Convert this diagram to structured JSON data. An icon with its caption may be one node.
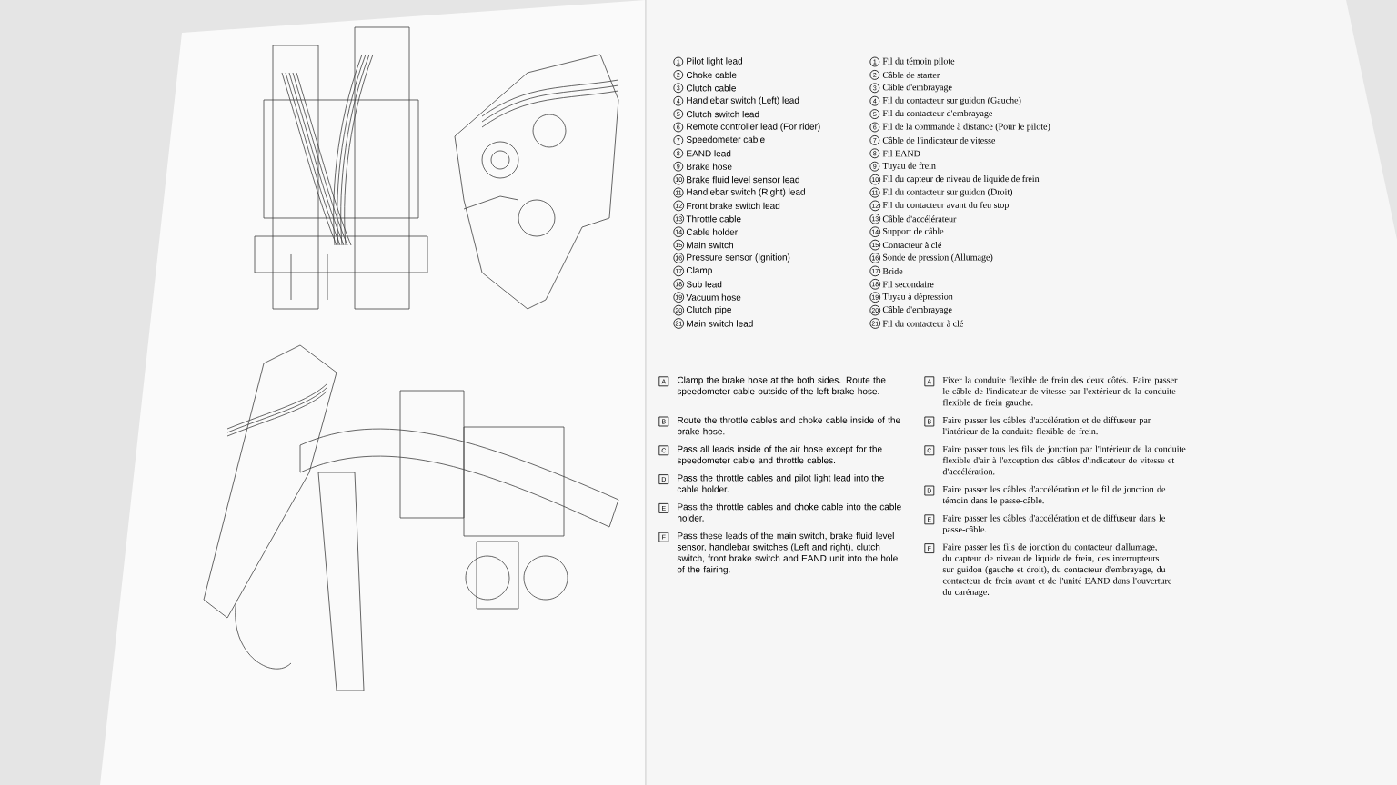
{
  "diagram": {
    "labels": [
      "1",
      "Pilot light lead",
      "2",
      "Choke cable",
      "3",
      "Clutch cable",
      "4",
      "Handlebar switch (Left) lead",
      "5",
      "Clutch switch lead",
      "6",
      "Remote controller lead (For rider)",
      "7",
      "Speedometer cable",
      "8",
      "EAND lead",
      "9",
      "Brake hose",
      "10",
      "Brake fluid level sensor lead",
      "11",
      "Handlebar switch (Right) lead",
      "12",
      "Front brake switch lead",
      "13",
      "Throttle cable",
      "14",
      "Cable holder",
      "15",
      "Main switch",
      "16",
      "Pressure sensor (Ignition)",
      "17",
      "Clamp",
      "18",
      "Sub lead",
      "19",
      "Vacuum hose",
      "20",
      "Clutch pipe",
      "21",
      "Main switch lead",
      "1",
      "Fil du témoin pilote",
      "2",
      "Câble de starter",
      "3",
      "Câble d'embrayage",
      "4",
      "Fil du contacteur sur guidon (Gauche)",
      "5",
      "Fil du contacteur d'embrayage",
      "6",
      "Fil de la commande à distance (Pour le pilote)",
      "7",
      "Câble de l'indicateur de vitesse",
      "8",
      "Fil EAND",
      "9",
      "Tuyau de frein",
      "10",
      "Fil du capteur de niveau de liquide de frein",
      "11",
      "Fil du contacteur sur guidon (Droit)",
      "12",
      "Fil du contacteur avant du feu stop",
      "13",
      "Câble d'accélérateur",
      "14",
      "Support de câble",
      "15",
      "Contacteur à clé",
      "16",
      "Sonde de pression (Allumage)",
      "17",
      "Bride",
      "18",
      "Fil secondaire",
      "19",
      "Tuyau à dépression",
      "20",
      "Câble d'embrayage",
      "21",
      "Fil du contacteur à clé",
      "A",
      "Clamp the brake hose at the both sides. Route the speedometer cable outside of the left brake hose.",
      "B",
      "Route the throttle cables and choke cable inside of the brake hose.",
      "C",
      "Pass all leads inside of the air hose except for the speedometer cable and throttle cables.",
      "D",
      "Pass the throttle cables and pilot light lead into the cable holder.",
      "E",
      "Pass the throttle cables and choke cable into the cable holder.",
      "F",
      "Pass these leads of the main switch, brake fluid level sensor, handlebar switches (Left and right), clutch switch, front brake switch and EAND unit into the hole of the fairing.",
      "A",
      "Fixer la conduite flexible de frein des deux côtés. Faire passer le câble de l'indicateur de vitesse par l'extérieur de la conduite flexible de frein gauche.",
      "B",
      "Faire passer les câbles d'accélération et de diffuseur par l'intérieur de la conduite flexible de frein.",
      "C",
      "Faire passer tous les fils de jonction par l'intérieur de la conduite flexible d'air à l'exception des câbles d'indicateur de vitesse et d'accélération.",
      "D",
      "Faire passer les câbles d'accélération et le fil de jonction de témoin dans le passe-câble.",
      "E",
      "Faire passer les câbles d'accélération et de diffuseur dans le passe-câble.",
      "F",
      "Faire passer les fils de jonction du contacteur d'allumage, du capteur de niveau de liquide de frein, des interrupteurs sur guidon (gauche et droit), du contacteur d'embrayage, du contacteur de frein avant et de l'unité EAND dans l'ouverture du carénage."
    ]
  }
}
